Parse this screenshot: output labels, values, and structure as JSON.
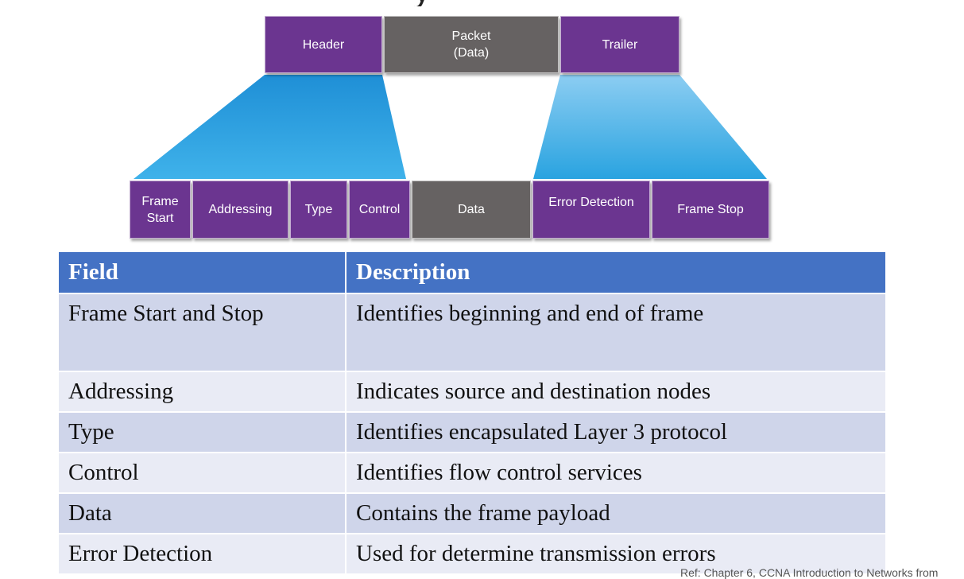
{
  "frame_top": [
    {
      "id": "header",
      "label": "Header",
      "color": "#6b3590"
    },
    {
      "id": "packet",
      "label": "Packet\n(Data)",
      "color": "#666262"
    },
    {
      "id": "trailer",
      "label": "Trailer",
      "color": "#6b3590"
    }
  ],
  "frame_fields": [
    {
      "id": "frame-start",
      "label": "Frame\nStart"
    },
    {
      "id": "addressing",
      "label": "Addressing"
    },
    {
      "id": "type",
      "label": "Type"
    },
    {
      "id": "control",
      "label": "Control"
    },
    {
      "id": "data",
      "label": "Data"
    },
    {
      "id": "error-detection",
      "label": "Error Detection"
    },
    {
      "id": "frame-stop",
      "label": "Frame Stop"
    }
  ],
  "table": {
    "headers": [
      "Field",
      "Description"
    ],
    "rows": [
      {
        "field": "Frame Start and Stop",
        "description": "Identifies beginning and end of frame"
      },
      {
        "field": "Addressing",
        "description": "Indicates source and destination nodes"
      },
      {
        "field": "Type",
        "description": "Identifies encapsulated Layer 3 protocol"
      },
      {
        "field": "Control",
        "description": "Identifies flow control services"
      },
      {
        "field": "Data",
        "description": "Contains the frame payload"
      },
      {
        "field": "Error Detection",
        "description": "Used for determine transmission errors"
      }
    ]
  },
  "reference": "Ref: Chapter 6, CCNA Introduction to Networks from",
  "colors": {
    "purple": "#6b3590",
    "gray": "#666262",
    "table_header": "#4472c4",
    "row_odd": "#cfd5ea",
    "row_even": "#e9ebf5",
    "funnel": "#29a3e0"
  }
}
